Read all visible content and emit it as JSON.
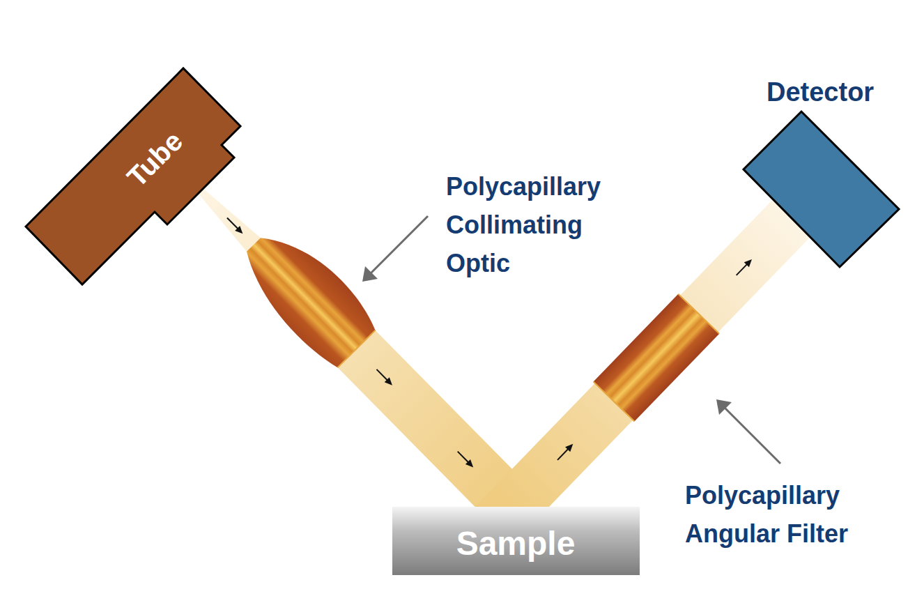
{
  "diagram": {
    "nodes": [
      {
        "text": [
          "Tube"
        ]
      },
      {
        "text": [
          "Detector"
        ]
      },
      {
        "text": [
          "Sample"
        ]
      }
    ],
    "edges": [
      {
        "from": 0,
        "to": 2,
        "arrow": "to"
      },
      {
        "from": 2,
        "to": 1,
        "arrow": "to"
      }
    ],
    "labels": [
      "Polycapillary Collimating Optic",
      "Polycapillary Angular Filter"
    ]
  }
}
